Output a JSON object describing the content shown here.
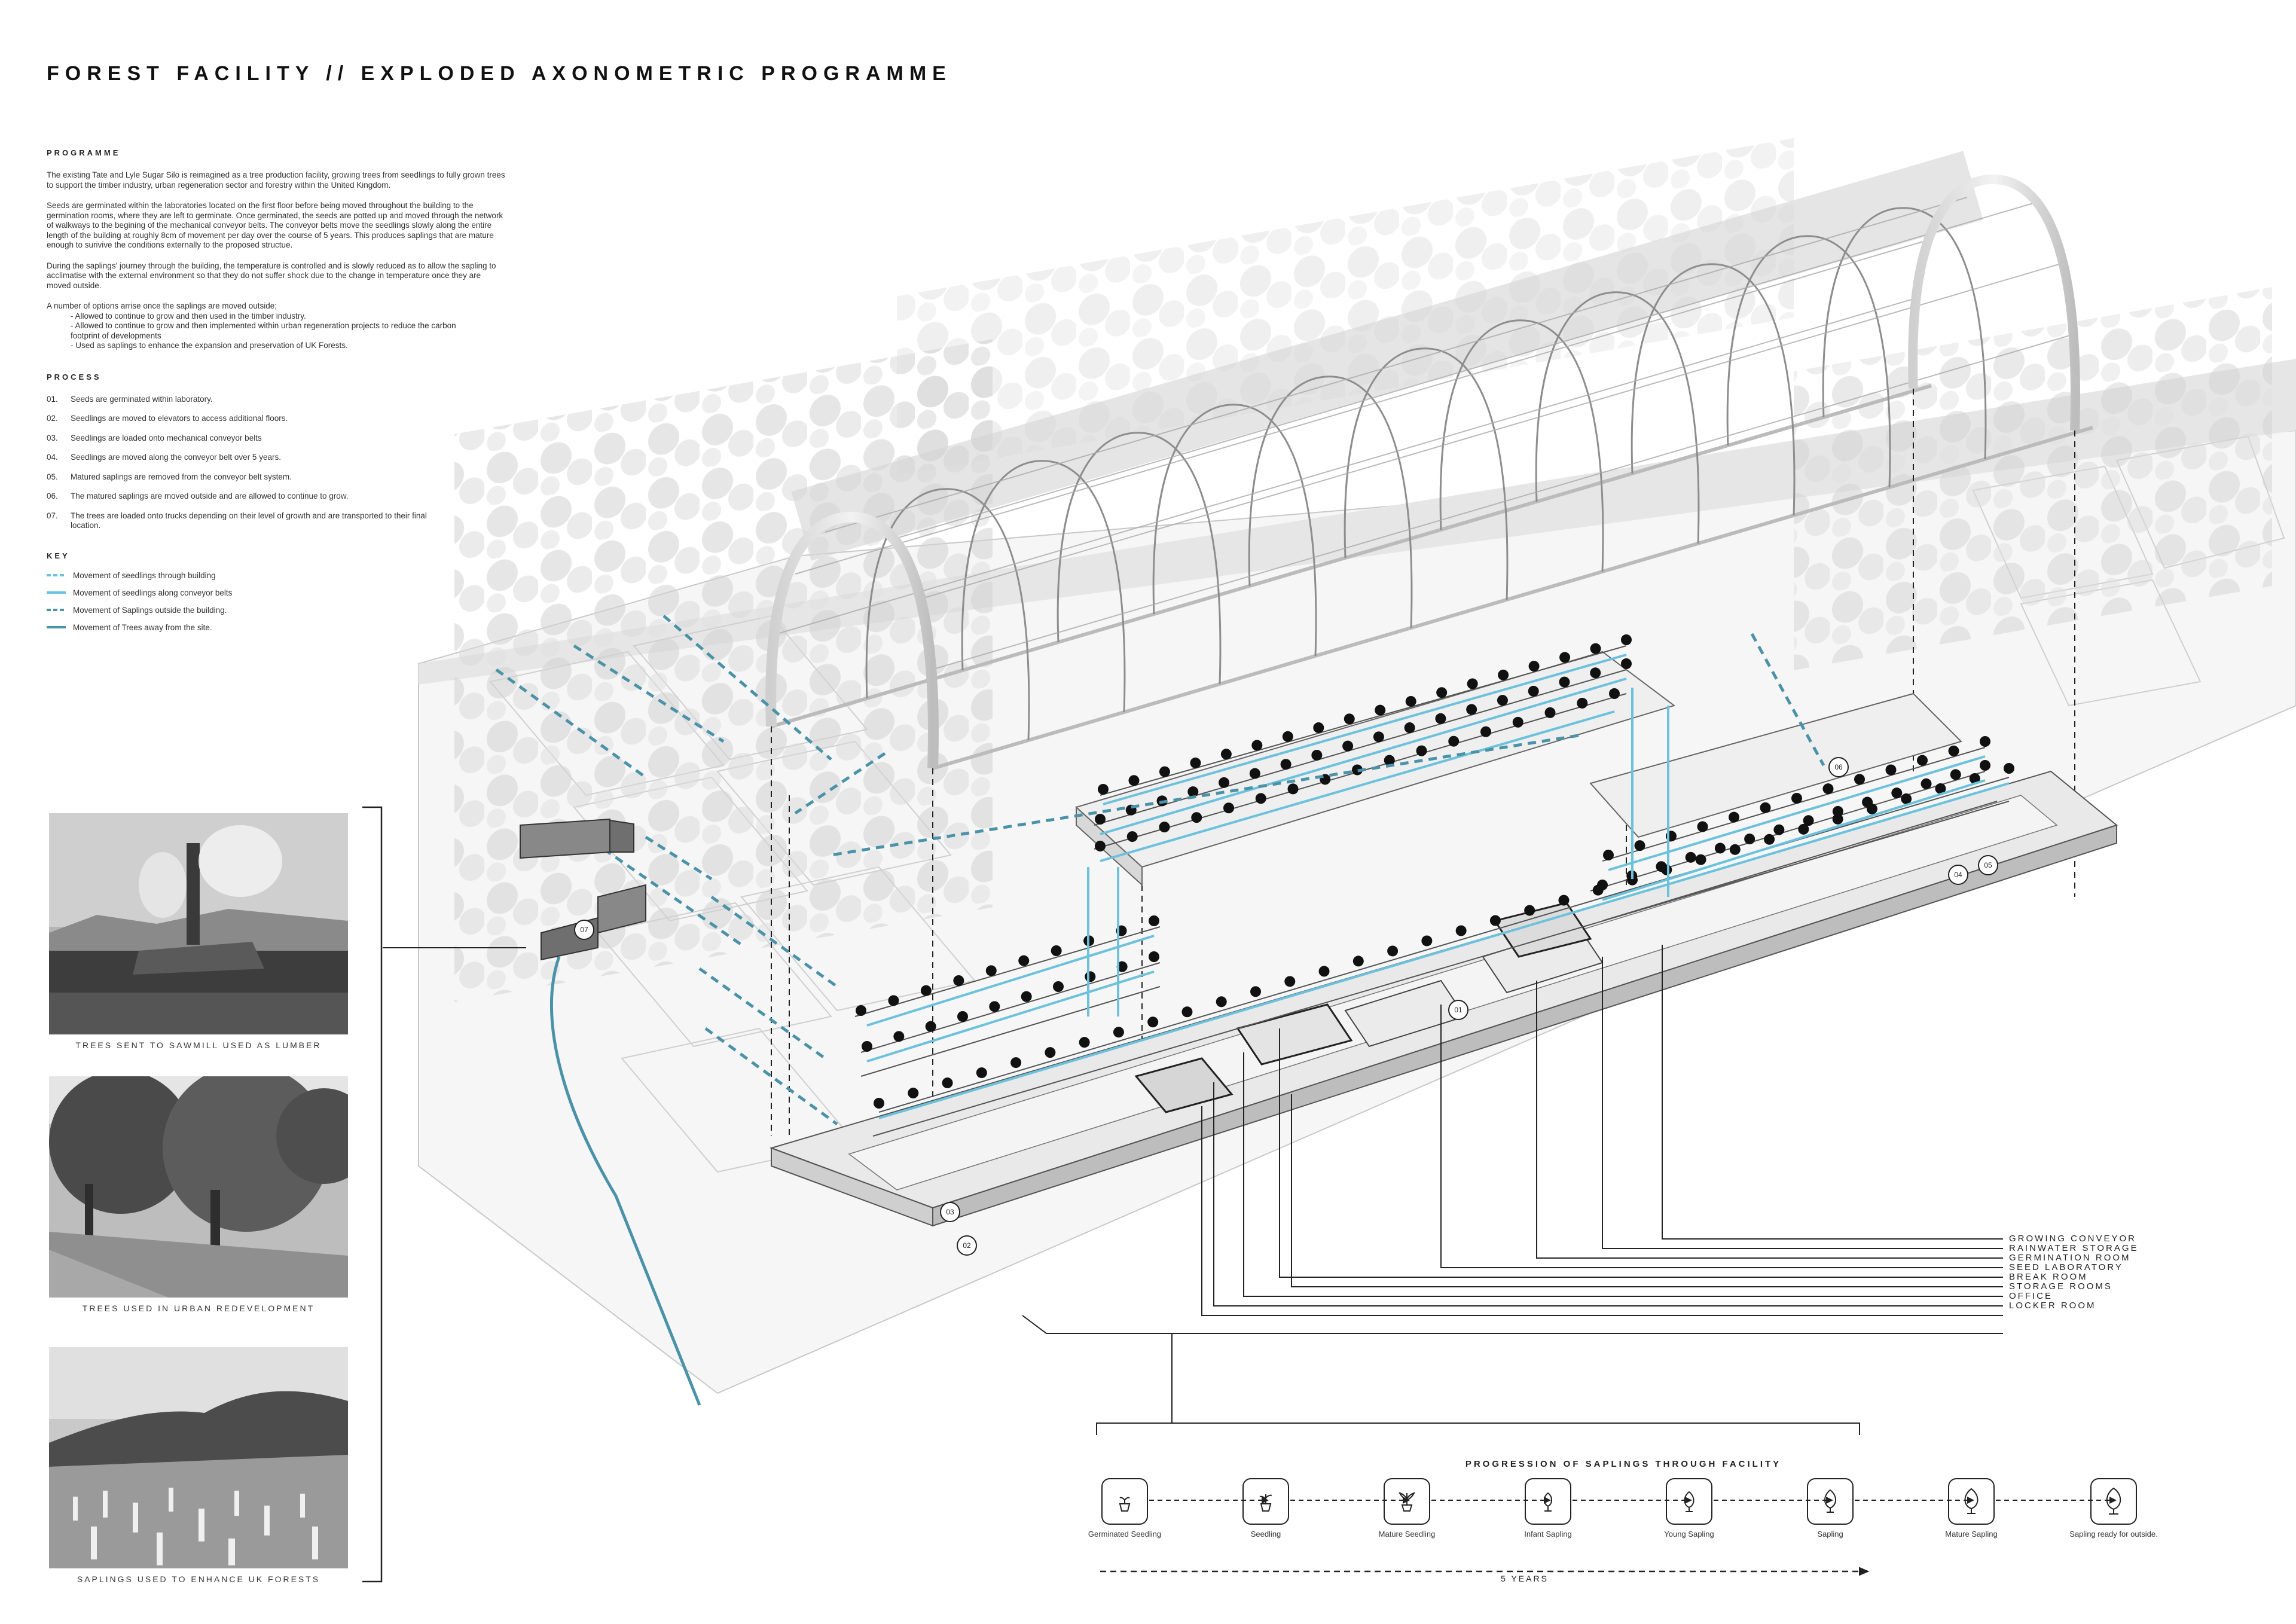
{
  "title": "FOREST FACILITY // EXPLODED AXONOMETRIC PROGRAMME",
  "programme": {
    "heading": "PROGRAMME",
    "paragraphs": [
      "The existing Tate and Lyle Sugar Silo is reimagined as a tree production facility, growing trees from seedlings to fully grown trees to support the timber industry, urban regeneration sector and forestry within the United Kingdom.",
      "Seeds are germinated within the laboratories located on the first floor before being moved throughout the building to the germination rooms, where they are left to germinate. Once germinated, the seeds are potted up and moved through the network of walkways to the begining of the mechanical conveyor belts. The conveyor belts move the seedlings slowly along the entire length of the building at roughly 8cm of movement per day over the course of 5 years. This produces saplings that are mature enough to surivive the conditions externally to the proposed structue.",
      "During the saplings' journey through the building, the temperature is controlled and is slowly reduced as to allow the sapling to acclimatise with the external environment so that they do not suffer shock due to the change in temperature once they are moved outside."
    ],
    "options_intro": "A number of options arrise once the saplings are moved outside;",
    "options": [
      "- Allowed to continue to grow and then used in the timber industry.",
      "- Allowed to continue to grow and then implemented within urban regeneration projects to reduce the carbon footprint of developments",
      "- Used as saplings to enhance the expansion and preservation of UK Forests."
    ]
  },
  "process": {
    "heading": "PROCESS",
    "steps": [
      {
        "num": "01.",
        "text": "Seeds are germinated within laboratory."
      },
      {
        "num": "02.",
        "text": "Seedlings are moved to elevators to access additional floors."
      },
      {
        "num": "03.",
        "text": "Seedlings are loaded onto mechanical conveyor belts"
      },
      {
        "num": "04.",
        "text": "Seedlings are moved along the conveyor belt over 5 years."
      },
      {
        "num": "05.",
        "text": "Matured saplings are removed from the conveyor belt system."
      },
      {
        "num": "06.",
        "text": "The matured saplings are moved outside and are allowed to continue to grow."
      },
      {
        "num": "07.",
        "text": "The trees are loaded onto trucks depending on their level of growth and are transported to their final location."
      }
    ]
  },
  "key": {
    "heading": "KEY",
    "items": [
      {
        "label": "Movement of seedlings through building",
        "style": "dashed-light",
        "color": "#6cc1dc"
      },
      {
        "label": "Movement of seedlings along conveyor belts",
        "style": "solid-light",
        "color": "#6cc1dc"
      },
      {
        "label": "Movement of Saplings outside the building.",
        "style": "dashed-dark",
        "color": "#4a92a8"
      },
      {
        "label": "Movement of Trees away from the site.",
        "style": "solid-dark",
        "color": "#4a92a8"
      }
    ]
  },
  "photos": [
    {
      "caption": "TREES SENT TO SAWMILL USED AS LUMBER"
    },
    {
      "caption": "TREES USED IN URBAN REDEVELOPMENT"
    },
    {
      "caption": "SAPLINGS USED TO ENHANCE UK FORESTS"
    }
  ],
  "markers": [
    "01",
    "02",
    "03",
    "04",
    "05",
    "06",
    "07"
  ],
  "rooms": [
    "GROWING CONVEYOR",
    "RAINWATER STORAGE",
    "GERMINATION ROOM",
    "SEED LABORATORY",
    "BREAK ROOM",
    "STORAGE ROOMS",
    "OFFICE",
    "LOCKER ROOM"
  ],
  "progression": {
    "title": "PROGRESSION OF SAPLINGS THROUGH FACILITY",
    "stages": [
      {
        "label": "Germinated Seedling",
        "icon": "germinated-seedling-icon"
      },
      {
        "label": "Seedling",
        "icon": "seedling-icon"
      },
      {
        "label": "Mature Seedling",
        "icon": "mature-seedling-icon"
      },
      {
        "label": "Infant Sapling",
        "icon": "infant-sapling-icon"
      },
      {
        "label": "Young Sapling",
        "icon": "young-sapling-icon"
      },
      {
        "label": "Sapling",
        "icon": "sapling-icon"
      },
      {
        "label": "Mature Sapling",
        "icon": "mature-sapling-icon"
      },
      {
        "label": "Sapling ready for outside.",
        "icon": "outside-sapling-icon"
      }
    ],
    "duration": "5 YEARS"
  }
}
